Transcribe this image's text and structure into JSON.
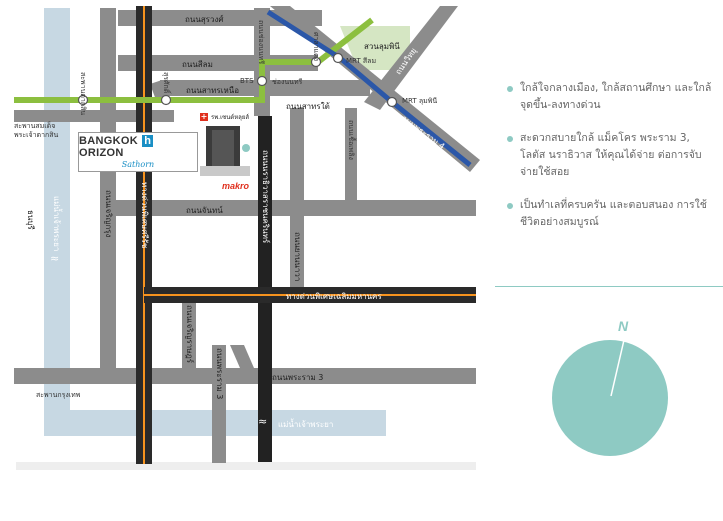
{
  "map": {
    "roads": {
      "surawong": "ถนนสุรวงศ์",
      "silom": "ถนนสีลม",
      "sathorn_nuea": "ถนนสาทรเหนือ",
      "sathorn_tai": "ถนนสาทรใต้",
      "wittayu": "ถนนวิทยุ",
      "rama4": "ถนนพระราม 4",
      "chan": "ถนนจันทน์",
      "rama3": "ถนนพระราม 3",
      "charoen_krung": "ถนนเจริญกรุง",
      "narathiwat": "ถนนนราธิวาสราชนครินทร์",
      "chuea_phloeng": "ถนนเชื้อเพลิง",
      "express_sirat": "ทางด่วนพิเศษศรีรัช",
      "express_chaloem": "ทางด่วนพิเศษเฉลิมมหานคร",
      "charoen_rat": "ถนนเจริญราษฎร์",
      "yan_nawa": "ถนนยานนาวา",
      "rama3_vertical": "ถนนพระราม 3",
      "chong_nonsi_road": "ถนนช่องนนทรี"
    },
    "bts": {
      "label": "BTS",
      "surasak": "สุรศักดิ์",
      "saphan_taksin": "สะพานตากสิน",
      "chong_nonsi": "ช่องนนทรี",
      "sala_daeng": "ศาลาแดง"
    },
    "mrt": {
      "silom": "MRT สีลม",
      "lumphini": "MRT ลุมพินี"
    },
    "places": {
      "lumphini_park": "สวนลุมพินี",
      "bridge_taksin": "สะพานสมเด็จพระเจ้าตากสิน",
      "bridge_krungthep": "สะพานกรุงเทพ",
      "thonburi": "ธนบุรี",
      "river_vertical": "แม่น้ำเจ้าพระยา",
      "river_horizontal": "แม่น้ำเจ้าพระยา",
      "hospital": "รพ.เซนต์หลุยส์",
      "hospital_cross": "+",
      "makro": "makro",
      "wave": "≈"
    },
    "logo": {
      "part1": "BANGKOK",
      "part_h": "h",
      "part2": "ORIZON",
      "sub": "Sathorn"
    }
  },
  "features": [
    {
      "text": "ใกล้ใจกลางเมือง, ใกล้สถานศึกษา และใกล้จุดขึ้น-ลงทางด่วน"
    },
    {
      "text": "สะดวกสบายใกล้ แม็คโคร พระราม 3, โลตัส นราธิวาส ให้คุณได้จ่าย ต่อการจับจ่ายใช้สอย"
    },
    {
      "text": "เป็นทำเลที่ครบครัน และตอบสนอง การใช้ชีวิตอย่างสมบูรณ์"
    }
  ],
  "compass": {
    "label": "N"
  },
  "colors": {
    "road": "#8c8c8c",
    "bts": "#8cbf3f",
    "mrt": "#2b57a8",
    "expressway": "#f7931e",
    "river": "#c7d8e3",
    "park": "#d5e6c3",
    "accent": "#8ecac3"
  }
}
